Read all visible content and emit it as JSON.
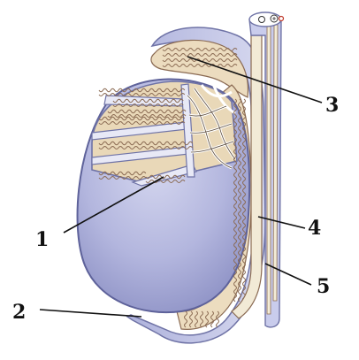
{
  "labels": [
    {
      "id": "1",
      "text": "1"
    },
    {
      "id": "2",
      "text": "2"
    },
    {
      "id": "3",
      "text": "3"
    },
    {
      "id": "4",
      "text": "4"
    },
    {
      "id": "5",
      "text": "5"
    }
  ],
  "colors": {
    "tunica": "#b9bde2",
    "tunica_edge": "#6f73a6",
    "tubule_fill": "#f3e9d6",
    "tubule_line": "#8a6a52",
    "sheath": "#c5c8ea",
    "duct": "#f2ead6",
    "rete": "#ffffff",
    "leader": "#111111"
  },
  "icons": [
    "spermatic-cord-cross-section-icon"
  ]
}
